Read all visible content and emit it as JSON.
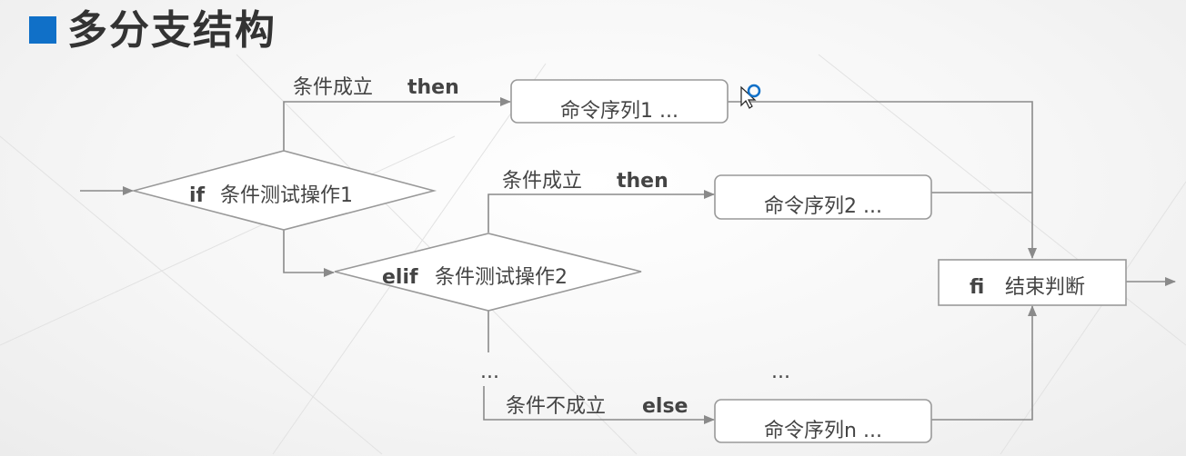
{
  "title": "多分支结构",
  "if_diamond": {
    "keyword": "if",
    "text": "条件测试操作1"
  },
  "elif_diamond": {
    "keyword": "elif",
    "text": "条件测试操作2"
  },
  "branch1": {
    "condition": "条件成立",
    "keyword": "then"
  },
  "branch2": {
    "condition": "条件成立",
    "keyword": "then"
  },
  "branch_else": {
    "condition": "条件不成立",
    "keyword": "else"
  },
  "cmd1": "命令序列1 ...",
  "cmd2": "命令序列2 ...",
  "cmdn": "命令序列n ...",
  "fi_box": {
    "keyword": "fi",
    "text": "结束判断"
  },
  "ellipsis_left": "...",
  "ellipsis_right": "...",
  "colors": {
    "accent": "#1070c8",
    "line": "#8a8a8a",
    "text": "#444444"
  }
}
